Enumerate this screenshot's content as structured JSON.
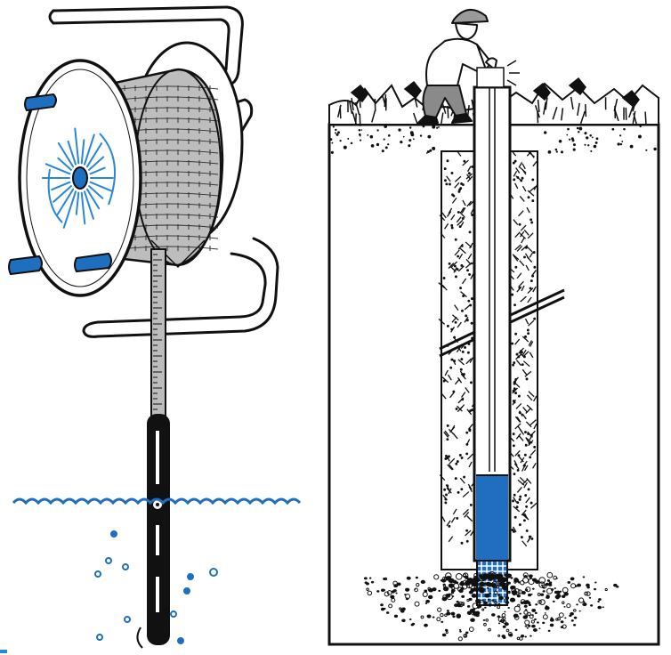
{
  "colors": {
    "ink": "#111111",
    "water_blue": "#1f6fc0",
    "bright_blue": "#2a86d6",
    "paper": "#ffffff",
    "tape_gray": "#bfbfbf",
    "soil_dots": "#222222"
  },
  "left_panel": {
    "subject": "tape-reel-water-level-meter",
    "parts": [
      "reel-frame",
      "spool",
      "graduated-tape",
      "probe",
      "water-surface",
      "bubbles"
    ]
  },
  "right_panel": {
    "subject": "monitoring-well-cross-section",
    "parts": [
      "worker",
      "ground-surface",
      "borehole",
      "casing",
      "sand-pack",
      "water-column",
      "well-screen",
      "gravel-filter",
      "fracture-line"
    ]
  }
}
